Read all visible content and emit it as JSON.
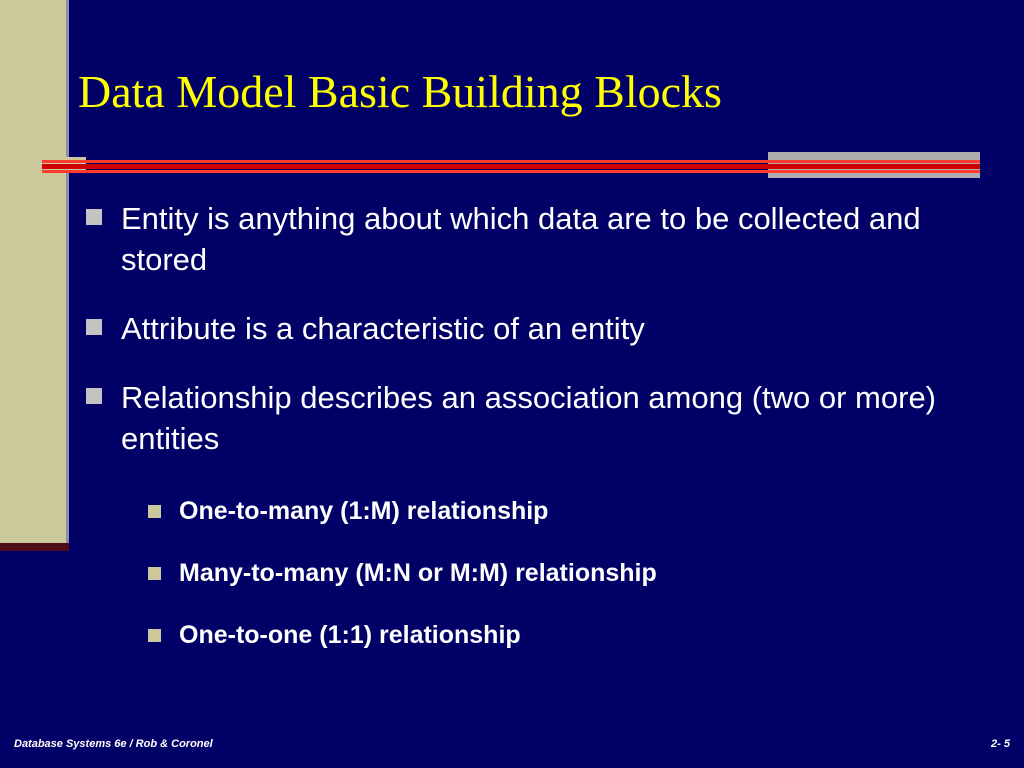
{
  "slide": {
    "title": "Data Model Basic Building Blocks",
    "colors": {
      "background": "#000066",
      "title_text": "#ffff00",
      "body_text": "#ffffff",
      "side_band": "#ccc89c",
      "side_band_foot": "#4c0d18",
      "rule_red": "#cc0000",
      "rule_red_light": "#ff3b2e",
      "rule_gray": "#adadad",
      "bullet_level1": "#c3c3c3",
      "bullet_level2": "#ccc89c"
    }
  },
  "bullets": [
    {
      "text": "Entity is anything about which data are to be collected and stored"
    },
    {
      "text": "Attribute is a characteristic of an entity"
    },
    {
      "text": "Relationship describes an association among (two or more) entities"
    }
  ],
  "subbullets": [
    {
      "text": "One-to-many (1:M) relationship"
    },
    {
      "text": "Many-to-many (M:N or M:M) relationship"
    },
    {
      "text": "One-to-one (1:1) relationship"
    }
  ],
  "footer": {
    "left": "Database Systems 6e / Rob & Coronel",
    "right": "2- 5"
  }
}
